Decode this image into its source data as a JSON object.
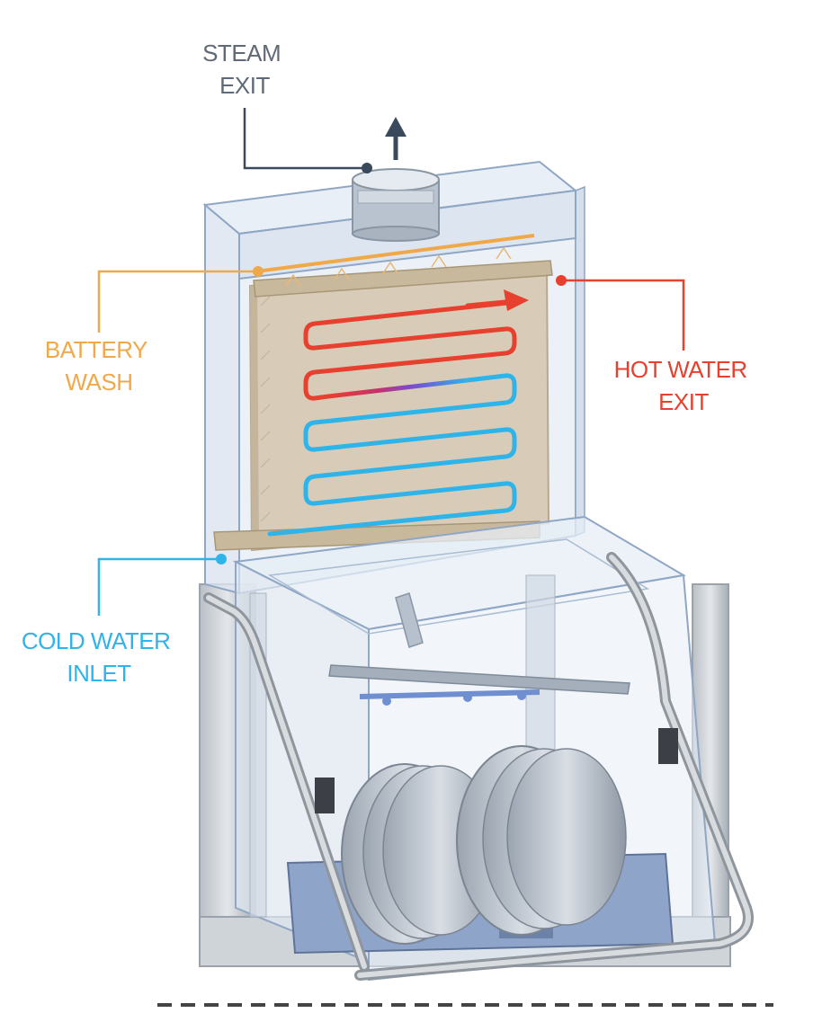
{
  "labels": {
    "steam_exit": [
      "STEAM",
      "EXIT"
    ],
    "battery_wash": [
      "BATTERY",
      "WASH"
    ],
    "hot_water_exit": [
      "HOT WATER",
      "EXIT"
    ],
    "cold_water_inlet": [
      "COLD WATER",
      "INLET"
    ]
  },
  "colors": {
    "steam": "#3a4a5c",
    "battery_wash": "#f0a94a",
    "hot_water": "#e8402f",
    "cold_water": "#2fb4ea",
    "cabinet_edge": "#8fa6c4",
    "cabinet_fill": "#e7eef6"
  }
}
